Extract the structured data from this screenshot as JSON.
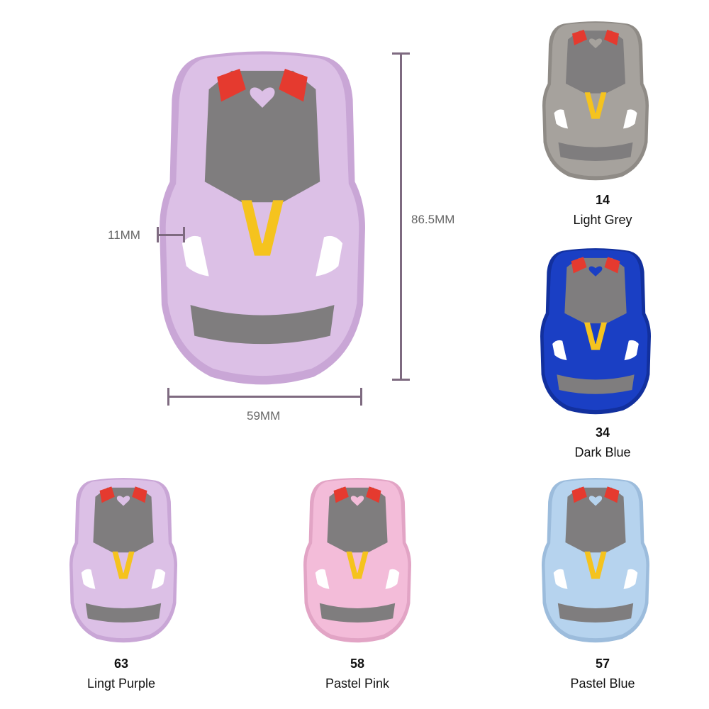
{
  "dimensions": {
    "width_label": "59MM",
    "height_label": "86.5MM",
    "thickness_label": "11MM"
  },
  "main_product": {
    "color": "#dcc0e6",
    "shade": "#c9a6d6"
  },
  "swatches": [
    {
      "code": "14",
      "name": "Light Grey",
      "color": "#a6a29d",
      "shade": "#8f8b86"
    },
    {
      "code": "34",
      "name": "Dark Blue",
      "color": "#1a3fc4",
      "shade": "#12309e"
    },
    {
      "code": "63",
      "name": "Lingt Purple",
      "color": "#dcc0e6",
      "shade": "#c9a6d6"
    },
    {
      "code": "58",
      "name": "Pastel Pink",
      "color": "#f3bcd9",
      "shade": "#e2a4c5"
    },
    {
      "code": "57",
      "name": "Pastel Blue",
      "color": "#b6d3ee",
      "shade": "#9cbcdc"
    }
  ],
  "colors": {
    "accent_red": "#e53a2f",
    "accent_yellow": "#f5c31e",
    "panel_grey": "#7f7d7e",
    "headlight_white": "#ffffff",
    "dimension_line": "#7e6a80"
  }
}
